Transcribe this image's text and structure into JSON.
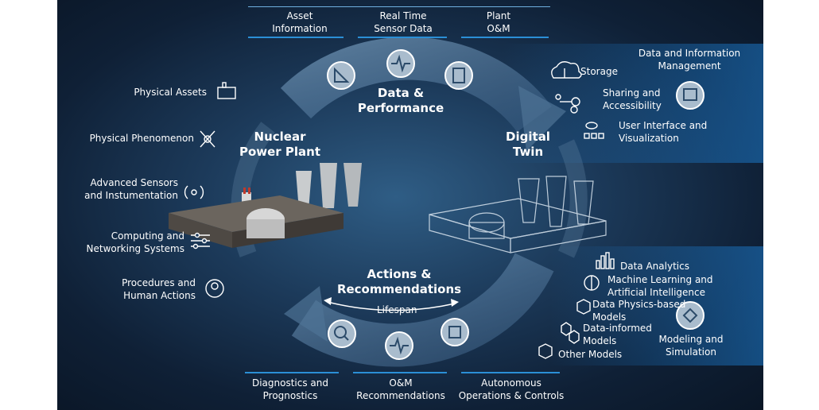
{
  "top_labels": {
    "asset": "Asset\nInformation",
    "sensor": "Real Time\nSensor Data",
    "plant": "Plant\nO&M"
  },
  "left_items": {
    "assets": "Physical Assets",
    "phenomenon": "Physical Phenomenon",
    "sensors": "Advanced Sensors\nand Instumentation",
    "computing": "Computing and\nNetworking Systems",
    "procedures": "Procedures and\nHuman Actions"
  },
  "center": {
    "data_perf": "Data &\nPerformance",
    "npp": "Nuclear\nPower Plant",
    "twin": "Digital\nTwin",
    "actions": "Actions &\nRecommendations",
    "lifespan": "Lifespan"
  },
  "data_mgmt": {
    "title": "Data and Information\nManagement",
    "storage": "Storage",
    "sharing": "Sharing and\nAccessibility",
    "ui": "User Interface and\nVisualization"
  },
  "modeling": {
    "analytics": "Data Analytics",
    "ml": "Machine Learning and\nArtificial Intelligence",
    "physics": "Data Physics-based\nModels",
    "informed": "Data-informed\nModels",
    "other": "Other Models",
    "title": "Modeling and\nSimulation"
  },
  "bottom_labels": {
    "diag": "Diagnostics and\nPrognostics",
    "om": "O&M\nRecommendations",
    "auto": "Autonomous\nOperations & Controls"
  },
  "colors": {
    "accent": "#2b8fd6",
    "background": "#1c3a5a"
  }
}
